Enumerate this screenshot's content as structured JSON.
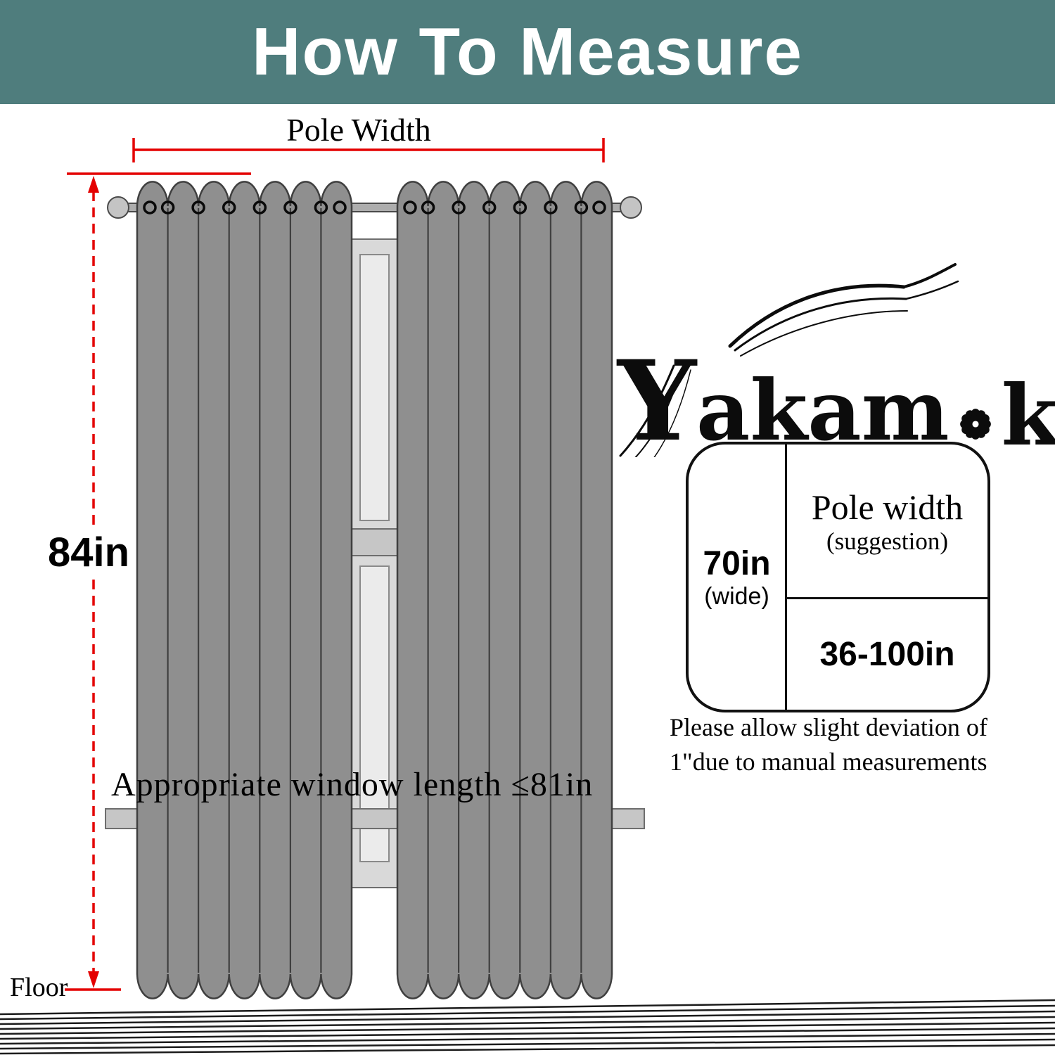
{
  "header": {
    "title": "How To Measure"
  },
  "colors": {
    "header_bg": "#4f7d7d",
    "accent_red": "#e40000",
    "curtain_gray": "#8f8f8f",
    "text": "#000000"
  },
  "measure": {
    "pole_width_label": "Pole Width",
    "height_label": "84in",
    "floor_label": "Floor",
    "window_length_label": "Appropriate window length ≤81in"
  },
  "logo": {
    "text": "Yakamok",
    "part1": "Yakam",
    "part2": "k"
  },
  "spec_box": {
    "width_value": "70in",
    "width_note": "(wide)",
    "pole_width_title": "Pole width",
    "pole_width_note": "(suggestion)",
    "range_value": "36-100in"
  },
  "disclaimer": {
    "line1": "Please allow slight deviation of",
    "line2": "1\"due to manual measurements"
  }
}
